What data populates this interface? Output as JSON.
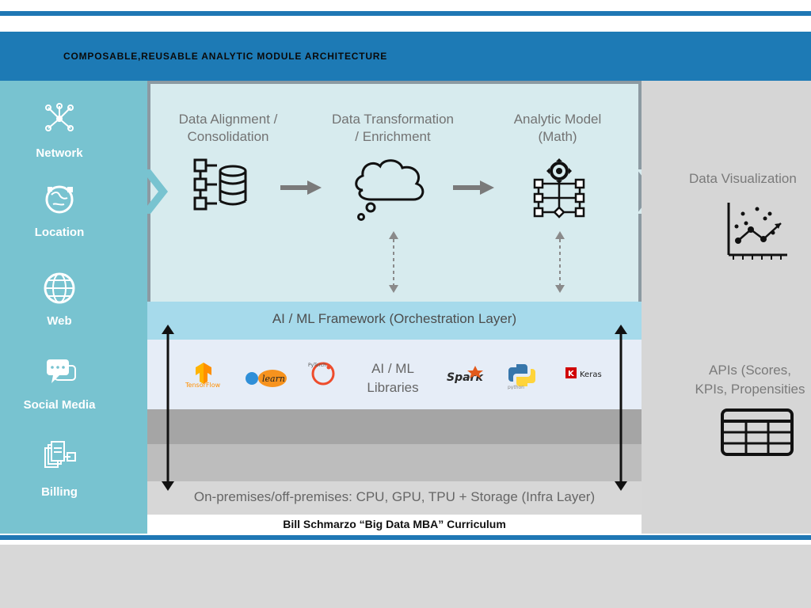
{
  "header": {
    "title": "COMPOSABLE,REUSABLE ANALYTIC MODULE ARCHITECTURE"
  },
  "left_sources": [
    {
      "label": "Network",
      "icon": "network-icon"
    },
    {
      "label": "Location",
      "icon": "location-icon"
    },
    {
      "label": "Web",
      "icon": "web-icon"
    },
    {
      "label": "Social Media",
      "icon": "social-media-icon"
    },
    {
      "label": "Billing",
      "icon": "billing-icon"
    }
  ],
  "center": {
    "stage1": {
      "line1": "Data Alignment /",
      "line2": "Consolidation",
      "icon": "database-icon"
    },
    "stage2": {
      "line1": "Data Transformation",
      "line2": "/ Enrichment",
      "icon": "cloud-icon"
    },
    "stage3": {
      "line1": "Analytic Model",
      "line2": "(Math)",
      "icon": "gear-model-icon"
    },
    "orchestration": "AI / ML Framework (Orchestration Layer)",
    "libraries": {
      "label_line1": "AI / ML",
      "label_line2": "Libraries",
      "logos": [
        {
          "name": "TensorFlow",
          "icon": "tensorflow-icon"
        },
        {
          "name": "learn",
          "icon": "scikit-learn-icon"
        },
        {
          "name": "PyTorch",
          "icon": "pytorch-icon"
        },
        {
          "name": "Spark",
          "icon": "spark-icon"
        },
        {
          "name": "python",
          "icon": "python-icon"
        },
        {
          "name": "Keras",
          "icon": "keras-icon"
        }
      ]
    },
    "infra": "On-premises/off-premises: CPU, GPU, TPU + Storage (Infra Layer)",
    "caption": "Bill Schmarzo “Big Data MBA” Curriculum"
  },
  "right_outputs": {
    "visualization": {
      "label": "Data Visualization",
      "icon": "scatter-plot-icon"
    },
    "apis": {
      "line1": "APIs (Scores,",
      "line2": "KPIs, Propensities",
      "icon": "table-icon"
    }
  },
  "colors": {
    "header": "#1d7ab5",
    "left_panel": "#78c3d0",
    "center_panel": "#d7ebee",
    "orchestration": "#a6daeb",
    "right_panel": "#d6d6d6",
    "border": "#8c9aa2"
  }
}
